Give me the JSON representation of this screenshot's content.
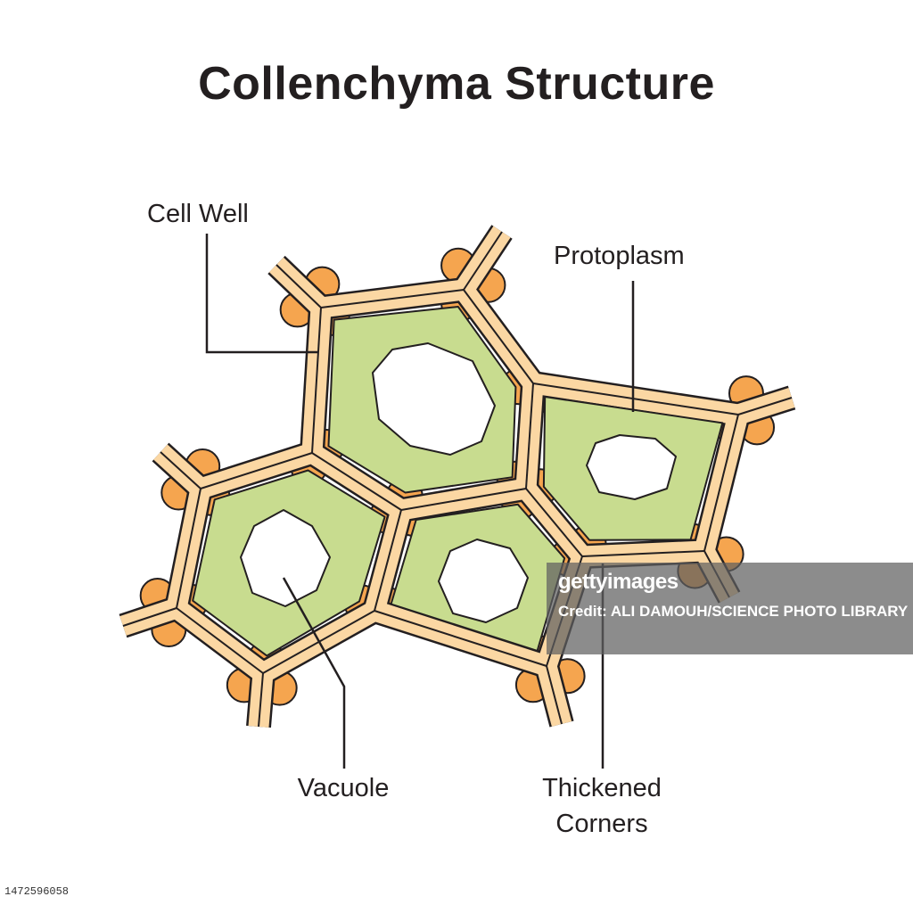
{
  "title": "Collenchyma Structure",
  "labels": {
    "cell_wall": "Cell Well",
    "protoplasm": "Protoplasm",
    "vacuole": "Vacuole",
    "thickened_line1": "Thickened",
    "thickened_line2": "Corners"
  },
  "watermark": {
    "logo": "gettyimages",
    "credit": "Credit: ALI DAMOUH/SCIENCE PHOTO LIBRARY"
  },
  "stock_id": "1472596058",
  "colors": {
    "wall_fill": "#fbd7a3",
    "outline": "#231f20",
    "protoplasm": "#c8dc8f",
    "vacuole": "#ffffff",
    "corner": "#f5a54f"
  }
}
